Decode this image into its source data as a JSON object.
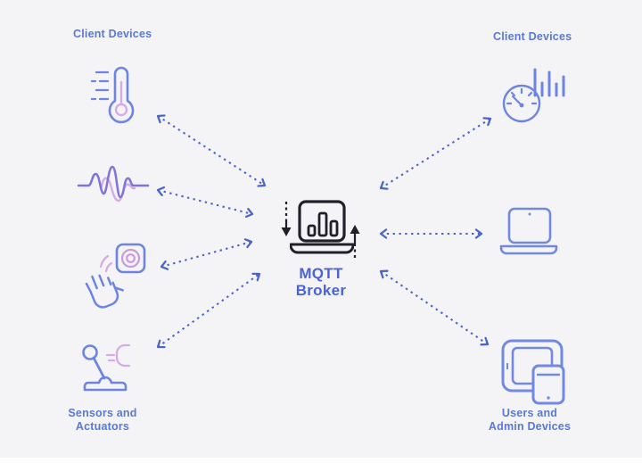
{
  "diagram": {
    "title": "MQTT Broker diagram",
    "colors": {
      "background": "#f4f4f6",
      "label_blue": "#5a78d8",
      "broker_text_blue": "#4a63d8",
      "arrow_blue": "#4b66c8",
      "icon_blue": "#6d85e1",
      "icon_pink": "#d6ace6",
      "icon_purple": "#7f74dd",
      "broker_dark": "#20202a"
    },
    "center": {
      "label": "MQTT Broker",
      "icon": "broker-laptop-chart-icon",
      "inbound_arrow": "down-dashed-arrow",
      "outbound_arrow": "up-dashed-arrow"
    },
    "groups": {
      "left": {
        "header": "Client Devices",
        "footer": "Sensors and Actuators",
        "items": [
          {
            "icon": "thermometer-icon"
          },
          {
            "icon": "vibration-wave-icon"
          },
          {
            "icon": "gesture-sensor-icon"
          },
          {
            "icon": "robot-arm-icon"
          }
        ]
      },
      "right": {
        "header": "Client Devices",
        "footer": "Users and Admin Devices",
        "items": [
          {
            "icon": "gauge-stats-icon"
          },
          {
            "icon": "laptop-icon"
          },
          {
            "icon": "tablet-phone-icon"
          }
        ]
      }
    },
    "connections": [
      {
        "from": "thermometer",
        "to": "broker",
        "style": "dashed-double-arrow"
      },
      {
        "from": "vibration-wave",
        "to": "broker",
        "style": "dashed-double-arrow"
      },
      {
        "from": "gesture-sensor",
        "to": "broker",
        "style": "dashed-double-arrow"
      },
      {
        "from": "robot-arm",
        "to": "broker",
        "style": "dashed-double-arrow"
      },
      {
        "from": "gauge-stats",
        "to": "broker",
        "style": "dashed-double-arrow"
      },
      {
        "from": "laptop",
        "to": "broker",
        "style": "dashed-double-arrow"
      },
      {
        "from": "tablet-phone",
        "to": "broker",
        "style": "dashed-double-arrow"
      }
    ]
  }
}
